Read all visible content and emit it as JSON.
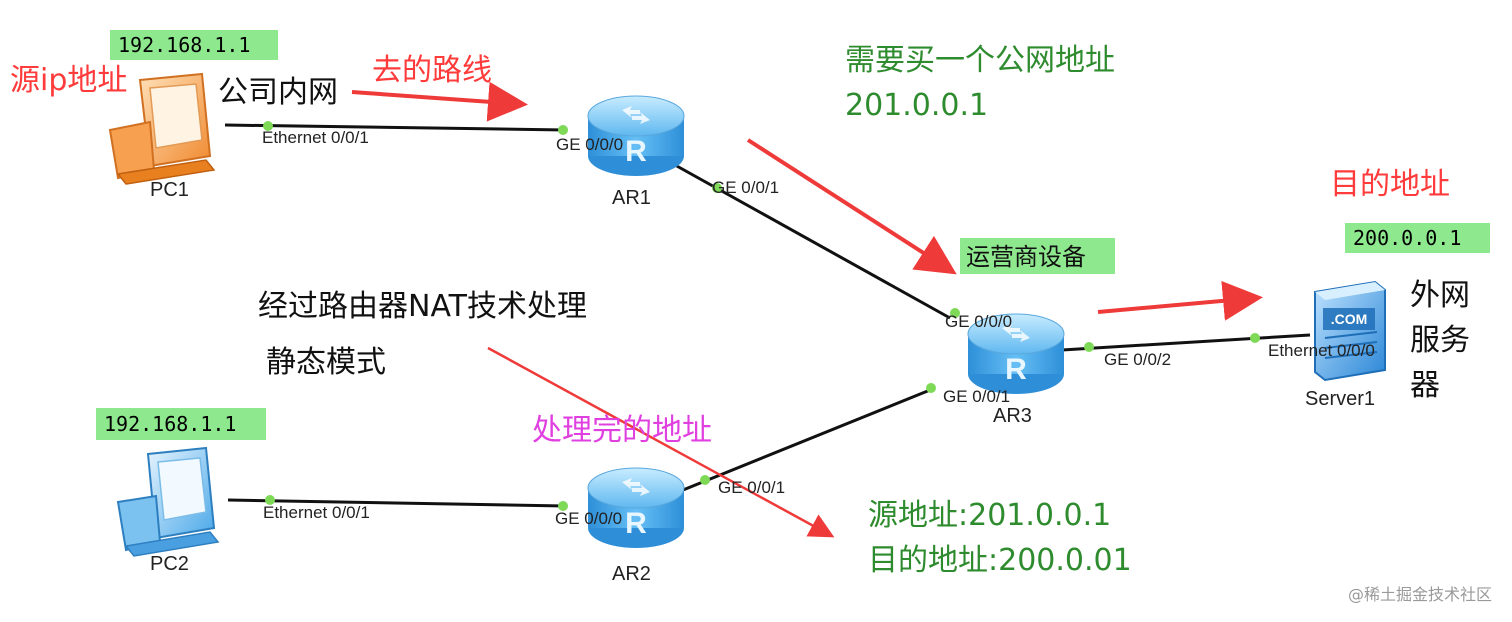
{
  "colors": {
    "red_text": "#ff3b3b",
    "green_text": "#2e8b2e",
    "magenta_text": "#e040e0",
    "ip_label_bg": "#8ee88e",
    "arrow": "#ef3a3a",
    "link": "#111111",
    "port_dot": "#7ed957",
    "router_blue": "#3aa0e8"
  },
  "devices": {
    "pc1": {
      "name": "PC1",
      "ip": "192.168.1.1",
      "port": "Ethernet 0/0/1",
      "icon": "pc-orange-icon"
    },
    "pc2": {
      "name": "PC2",
      "ip": "192.168.1.1",
      "port": "Ethernet 0/0/1",
      "icon": "pc-blue-icon"
    },
    "ar1": {
      "name": "AR1",
      "ports": [
        "GE 0/0/0",
        "GE 0/0/1"
      ],
      "icon": "router-icon"
    },
    "ar2": {
      "name": "AR2",
      "ports": [
        "GE 0/0/0",
        "GE 0/0/1"
      ],
      "icon": "router-icon"
    },
    "ar3": {
      "name": "AR3",
      "ports": [
        "GE 0/0/0",
        "GE 0/0/1",
        "GE 0/0/2"
      ],
      "icon": "router-icon",
      "tag": "运营商设备"
    },
    "server1": {
      "name": "Server1",
      "ip": "200.0.0.1",
      "port": "Ethernet 0/0/0",
      "icon": "server-com-icon",
      "badge": ".COM"
    }
  },
  "annotations": {
    "source_ip": "源ip地址",
    "company_lan": "公司内网",
    "route_out": "去的路线",
    "need_public_1": "需要买一个公网地址",
    "need_public_2": "201.0.0.1",
    "dest_addr": "目的地址",
    "nat_1": "经过路由器NAT技术处理",
    "nat_2": "静态模式",
    "processed": "处理完的地址",
    "result_src": "源地址:201.0.0.1",
    "result_dst": "目的地址:200.0.01",
    "external_1": "外网",
    "external_2": "服务",
    "external_3": "器"
  },
  "watermark": "@稀土掘金技术社区"
}
